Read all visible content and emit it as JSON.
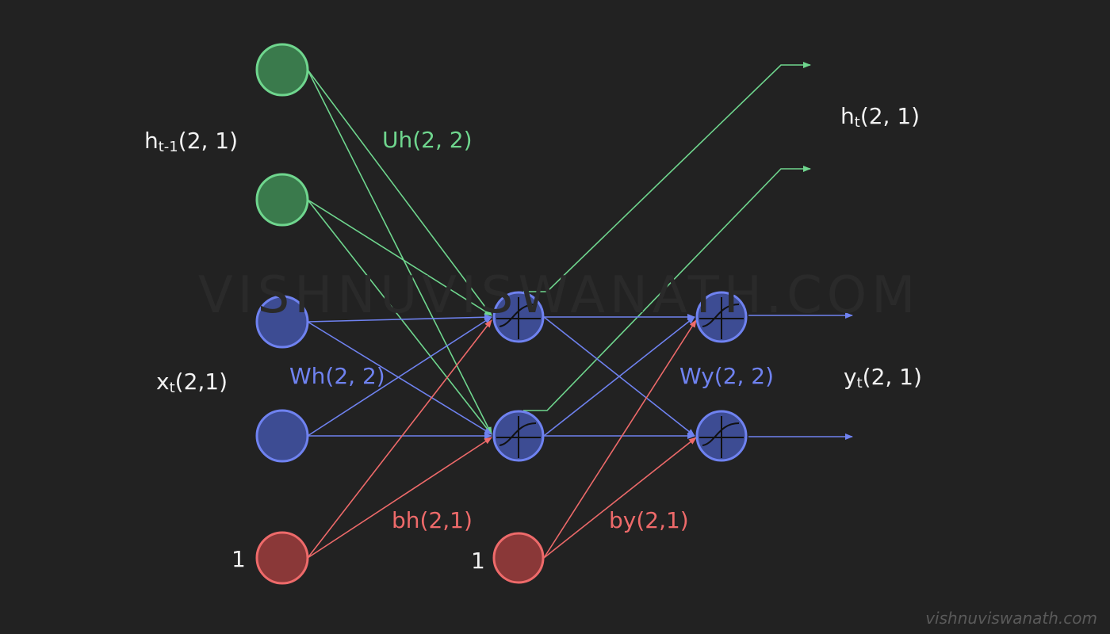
{
  "colors": {
    "background": "#222222",
    "green": "#6fd68e",
    "blue": "#6f82f0",
    "red": "#ee6a6a",
    "label_white": "#f2f2f2"
  },
  "labels": {
    "h_prev": {
      "main": "h",
      "sub": "t-1",
      "rest": "(2, 1)"
    },
    "x_t": {
      "main": "x",
      "sub": "t",
      "rest": "(2,1)"
    },
    "bias_in": "1",
    "bias_hidden": "1",
    "uh": "Uh(2, 2)",
    "wh": "Wh(2, 2)",
    "bh": "bh(2,1)",
    "wy": "Wy(2, 2)",
    "by": "by(2,1)",
    "h_t": {
      "main": "h",
      "sub": "t",
      "rest": "(2, 1)"
    },
    "y_t": {
      "main": "y",
      "sub": "t",
      "rest": "(2, 1)"
    }
  },
  "watermark": "VISHNUVISWANATH.COM",
  "credit": "vishnuviswanath.com"
}
